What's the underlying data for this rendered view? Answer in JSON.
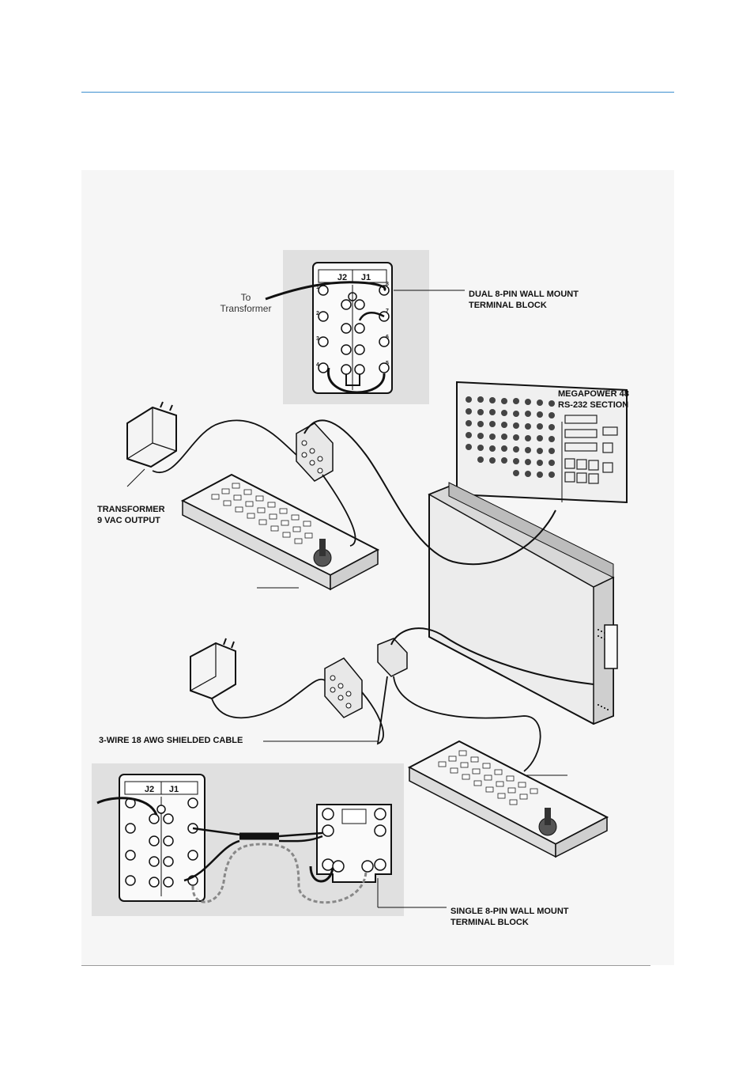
{
  "labels": {
    "dual_block_line1": "DUAL 8-PIN WALL MOUNT",
    "dual_block_line2": "TERMINAL BLOCK",
    "to_transformer_line1": "To",
    "to_transformer_line2": "Transformer",
    "megapower_line1": "MEGAPOWER 48",
    "megapower_line2": "RS-232 SECTION",
    "transformer_line1": "TRANSFORMER",
    "transformer_line2": "9 VAC OUTPUT",
    "cable": "3-WIRE 18 AWG SHIELDED CABLE",
    "single_block_line1": "SINGLE 8-PIN WALL MOUNT",
    "single_block_line2": "TERMINAL BLOCK",
    "j2": "J2",
    "j1": "J1"
  },
  "colors": {
    "top_rule": "#3d8fd0",
    "panel_bg": "#e2e2e2",
    "figure_bg": "#f4f4f4",
    "line": "#111111"
  }
}
